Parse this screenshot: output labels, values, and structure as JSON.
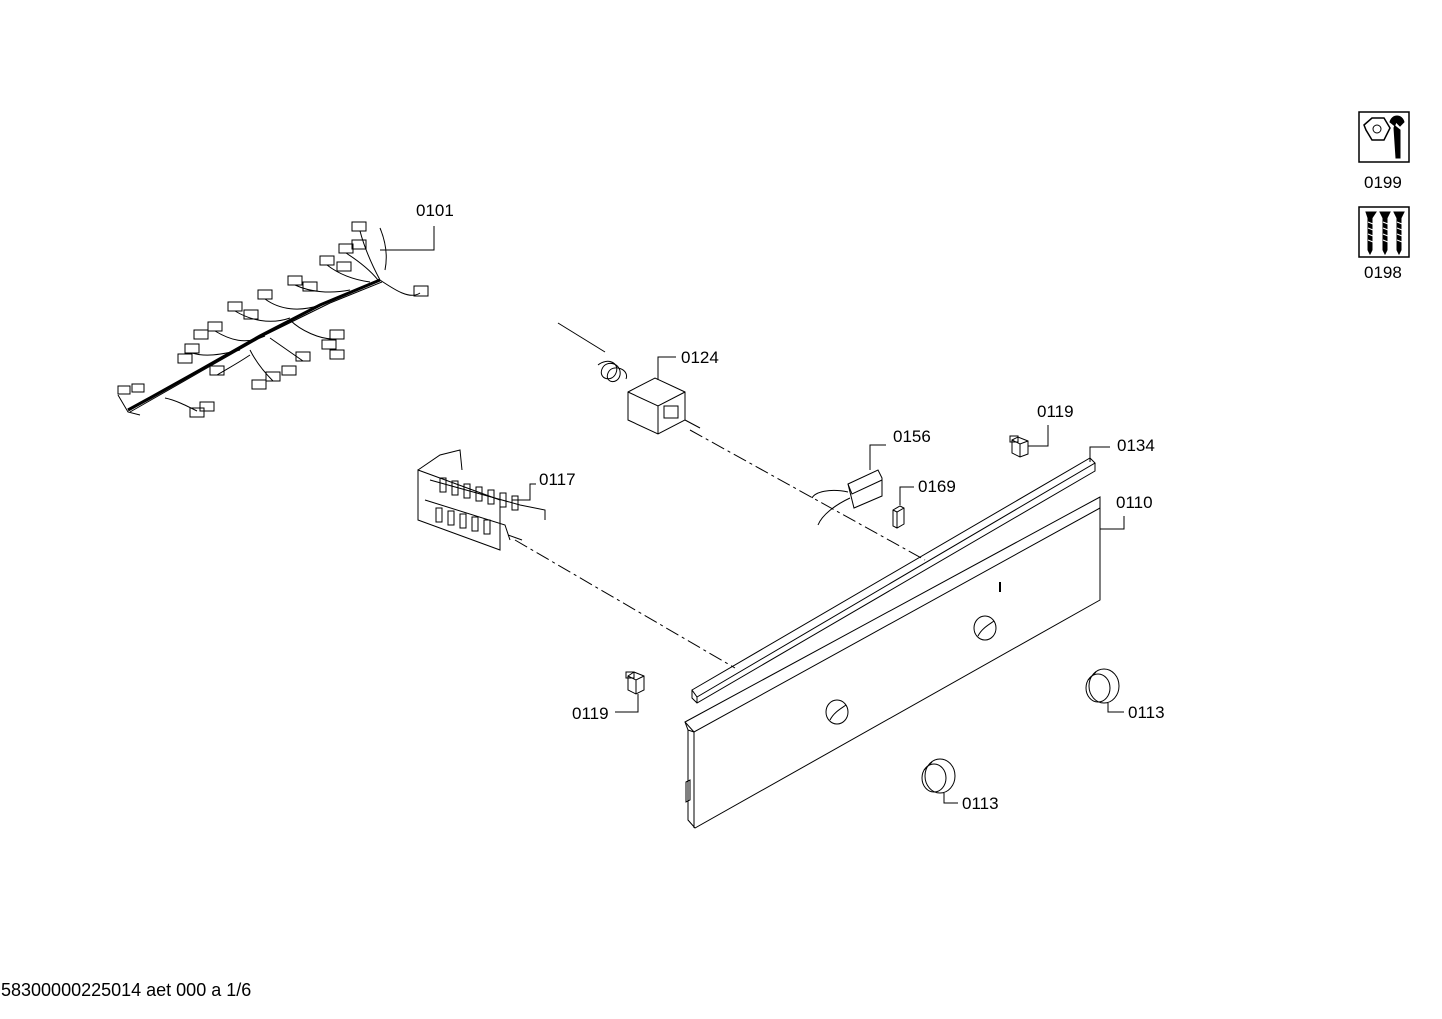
{
  "parts": {
    "p0101": "0101",
    "p0124": "0124",
    "p0117": "0117",
    "p0156": "0156",
    "p0169": "0169",
    "p0119_top": "0119",
    "p0134": "0134",
    "p0110": "0110",
    "p0119_bottom": "0119",
    "p0113_right": "0113",
    "p0113_bottom": "0113"
  },
  "icons": [
    {
      "name": "wrench-nut-icon",
      "caption": "0199"
    },
    {
      "name": "screws-icon",
      "caption": "0198"
    }
  ],
  "footer": "58300000225014 aet 000 a 1/6"
}
